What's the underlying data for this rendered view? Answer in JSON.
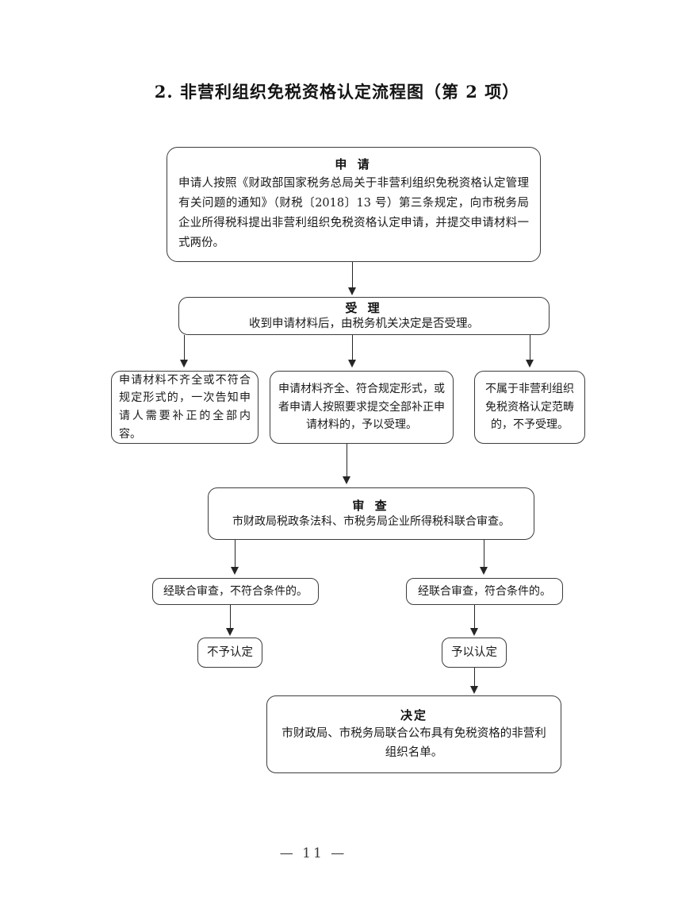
{
  "document": {
    "title": "2. 非营利组织免税资格认定流程图（第 2 项）",
    "page_number": "— 11 —"
  },
  "flowchart": {
    "type": "process-flow",
    "nodes": [
      {
        "id": "apply",
        "heading": "申 请",
        "text": "申请人按照《财政部国家税务总局关于非营利组织免税资格认定管理有关问题的通知》（财税〔2018〕13 号）第三条规定，向市税务局企业所得税科提出非营利组织免税资格认定申请，并提交申请材料一式两份。"
      },
      {
        "id": "accept",
        "heading": "受 理",
        "text": "收到申请材料后，由税务机关决定是否受理。"
      },
      {
        "id": "incomplete",
        "heading": "",
        "text": "申请材料不齐全或不符合规定形式的，一次告知申请人需要补正的全部内容。"
      },
      {
        "id": "complete",
        "heading": "",
        "text": "申请材料齐全、符合规定形式，或者申请人按照要求提交全部补正申请材料的，予以受理。"
      },
      {
        "id": "outscope",
        "heading": "",
        "text": "不属于非营利组织免税资格认定范畴的，不予受理。"
      },
      {
        "id": "review",
        "heading": "审 查",
        "text": "市财政局税政条法科、市税务局企业所得税科联合审查。"
      },
      {
        "id": "fail_cond",
        "heading": "",
        "text": "经联合审查，不符合条件的。"
      },
      {
        "id": "pass_cond",
        "heading": "",
        "text": "经联合审查，符合条件的。"
      },
      {
        "id": "denied",
        "heading": "",
        "text": "不予认定"
      },
      {
        "id": "granted",
        "heading": "",
        "text": "予以认定"
      },
      {
        "id": "decision",
        "heading": "决定",
        "text": "市财政局、市税务局联合公布具有免税资格的非营利组织名单。"
      }
    ],
    "edges": [
      {
        "from": "apply",
        "to": "accept"
      },
      {
        "from": "accept",
        "to": "incomplete"
      },
      {
        "from": "accept",
        "to": "complete"
      },
      {
        "from": "accept",
        "to": "outscope"
      },
      {
        "from": "complete",
        "to": "review"
      },
      {
        "from": "review",
        "to": "fail_cond"
      },
      {
        "from": "review",
        "to": "pass_cond"
      },
      {
        "from": "fail_cond",
        "to": "denied"
      },
      {
        "from": "pass_cond",
        "to": "granted"
      },
      {
        "from": "granted",
        "to": "decision"
      }
    ]
  },
  "style": {
    "border_color": "#3c3c3c",
    "connector_color": "#262626",
    "text_color": "#1a1a1a",
    "background": "#ffffff"
  }
}
